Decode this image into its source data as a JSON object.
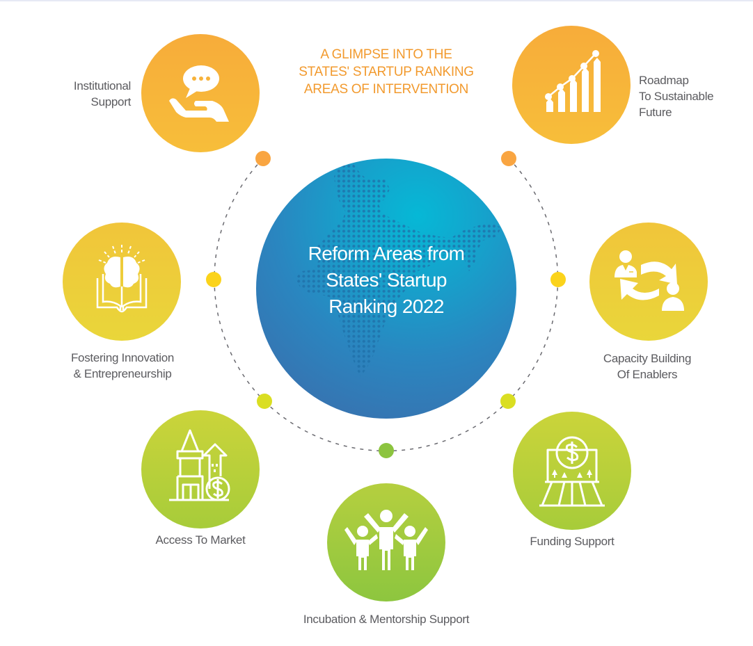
{
  "heading": {
    "lines": [
      "A GLIMPSE INTO THE",
      "STATES' STARTUP RANKING",
      "AREAS OF INTERVENTION"
    ],
    "color": "#f29a2e"
  },
  "center": {
    "title_lines": [
      "Reform Areas from",
      "States' Startup",
      "Ranking 2022"
    ],
    "background_icon": "india-dot-map-icon",
    "colors": {
      "top": "#06b8d6",
      "bottom": "#3a6fad"
    }
  },
  "areas": [
    {
      "id": "institutional-support",
      "label_lines": [
        "Institutional",
        "Support"
      ],
      "icon": "hand-speech-bubble-icon",
      "color": "#f7b23a"
    },
    {
      "id": "roadmap",
      "label_lines": [
        "Roadmap",
        "To Sustainable",
        "Future"
      ],
      "icon": "growth-bar-chart-icon",
      "color": "#f7b23a"
    },
    {
      "id": "fostering-innovation",
      "label_lines": [
        "Fostering Innovation",
        "& Entrepreneurship"
      ],
      "icon": "brain-book-icon",
      "color": "#edcc3a"
    },
    {
      "id": "capacity-building",
      "label_lines": [
        "Capacity Building",
        "Of Enablers"
      ],
      "icon": "people-exchange-icon",
      "color": "#edcc3a"
    },
    {
      "id": "access-to-market",
      "label_lines": [
        "Access To Market"
      ],
      "icon": "building-dollar-icon",
      "color": "#bcd03a"
    },
    {
      "id": "funding-support",
      "label_lines": [
        "Funding Support"
      ],
      "icon": "easel-dollar-icon",
      "color": "#bcd03a"
    },
    {
      "id": "incubation-mentorship",
      "label_lines": [
        "Incubation & Mentorship Support"
      ],
      "icon": "three-people-cheering-icon",
      "color": "#a2c93d"
    }
  ],
  "connector_dots": {
    "orange": "#f9a541",
    "yellow": "#fbd31b",
    "lime": "#dade22",
    "green": "#8cc43f"
  }
}
